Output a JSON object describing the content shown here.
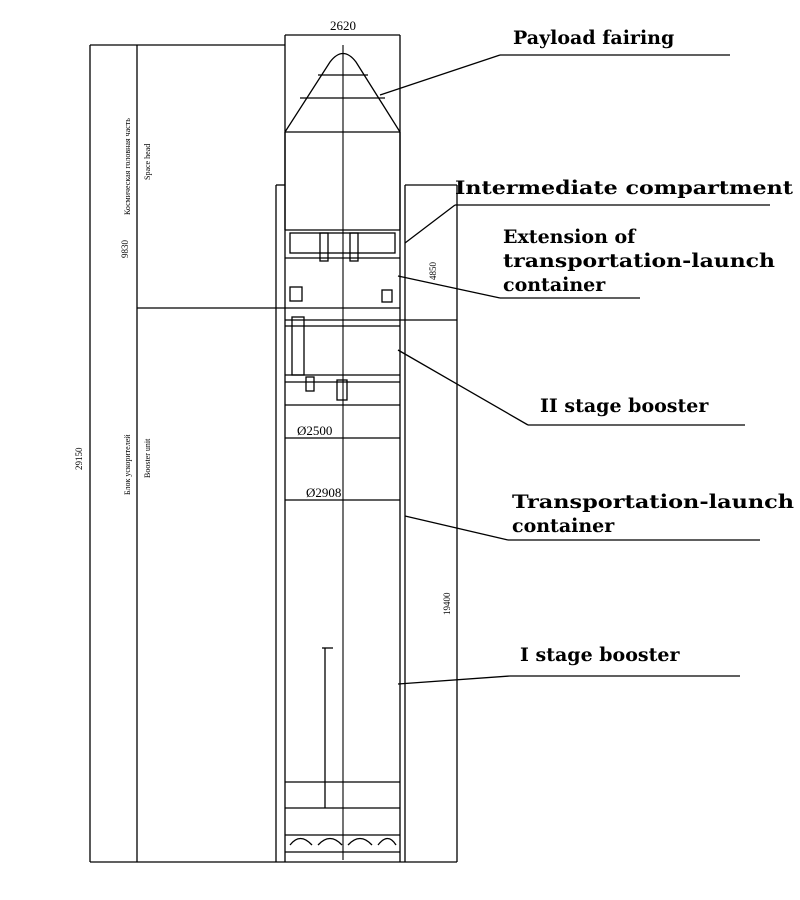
{
  "dimensions": {
    "top_width": "2620",
    "space_head_height": "9830",
    "total_height": "29150",
    "extension_height": "4850",
    "container_height": "19400",
    "diameter_stage2": "Ø2500",
    "diameter_stage1": "Ø2908"
  },
  "side_labels": {
    "space_head_ru": "Космическая головная часть",
    "space_head_en": "Space head",
    "booster_ru": "Блок ускорителей",
    "booster_en": "Booster unit"
  },
  "callouts": {
    "payload_fairing": "Payload fairing",
    "intermediate_compartment": "Intermediate compartment",
    "extension_line1": "Extension of",
    "extension_line2": "transportation-launch",
    "extension_line3": "container",
    "stage2_booster": "II stage booster",
    "container_line1": "Transportation-launch",
    "container_line2": "container",
    "stage1_booster": "I stage booster"
  }
}
